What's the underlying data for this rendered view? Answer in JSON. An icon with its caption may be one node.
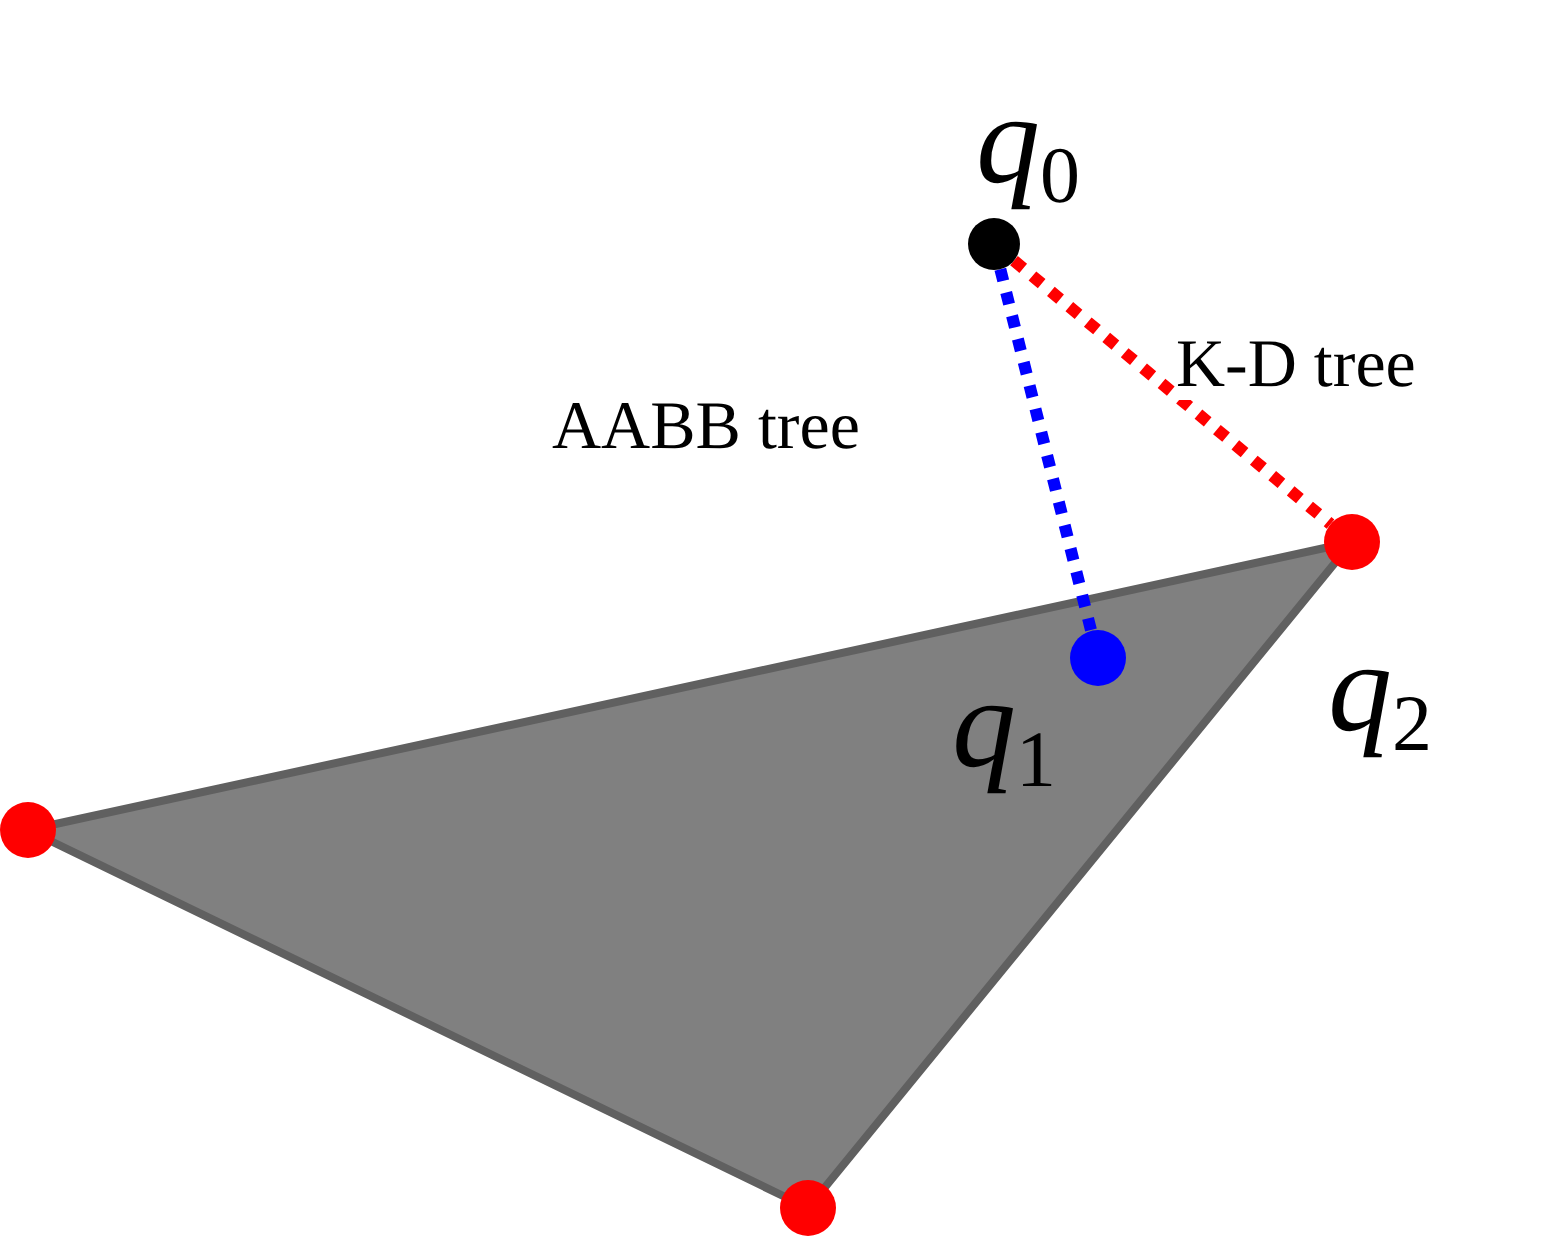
{
  "diagram": {
    "nodes": [
      {
        "text": [],
        "shape": "circle",
        "beside": [
          "*q*$_{0}$"
        ]
      },
      {
        "text": [],
        "shape": "circle",
        "beside": [
          "*q*$_{1}$"
        ]
      },
      {
        "text": [],
        "shape": "circle",
        "beside": [
          "*q*$_{2}$"
        ]
      }
    ],
    "edges": [
      {
        "from": 0,
        "to": 1,
        "arrow": "none",
        "label": "AABB tree",
        "style": "dashed",
        "color": "#0000ff"
      },
      {
        "from": 0,
        "to": 2,
        "arrow": "none",
        "label": "K-D tree",
        "style": "dashed",
        "color": "#ff0000"
      }
    ]
  }
}
